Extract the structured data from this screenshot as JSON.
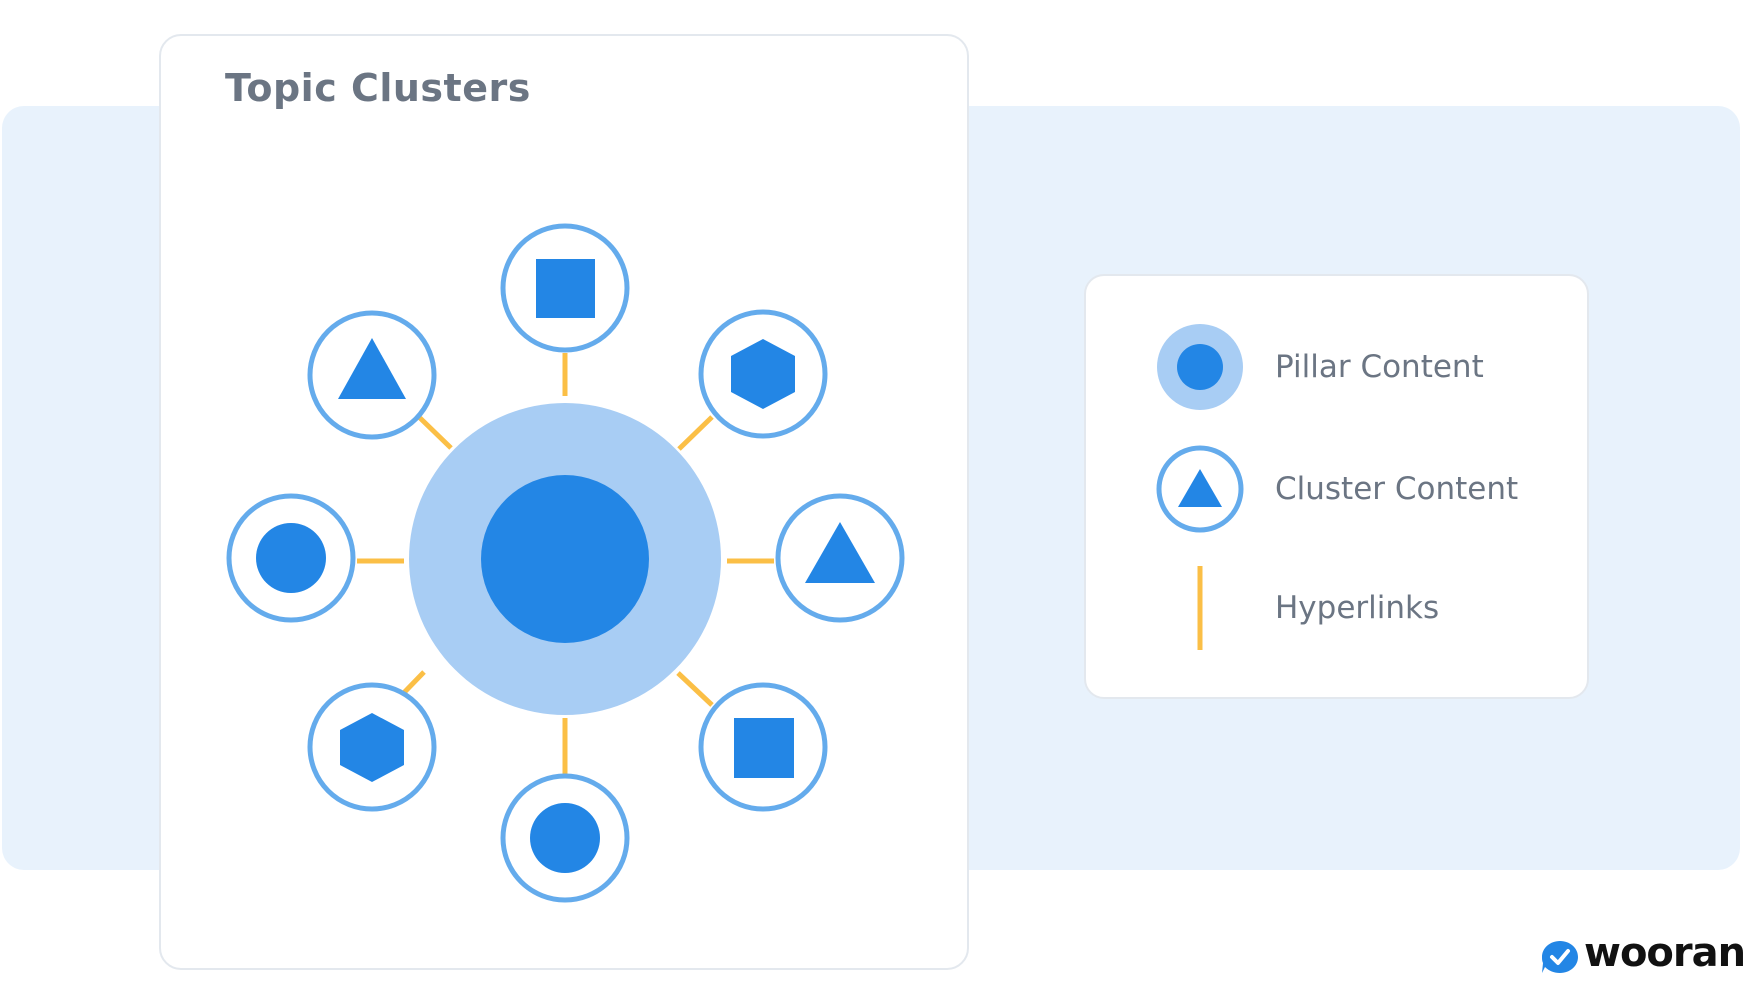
{
  "diagram": {
    "title": "Topic Clusters",
    "center_node": {
      "type": "pillar",
      "shape": "circle"
    },
    "satellite_nodes": [
      {
        "position": "top",
        "shape": "square"
      },
      {
        "position": "top-right",
        "shape": "hexagon"
      },
      {
        "position": "right",
        "shape": "triangle"
      },
      {
        "position": "bottom-right",
        "shape": "square"
      },
      {
        "position": "bottom",
        "shape": "circle"
      },
      {
        "position": "bottom-left",
        "shape": "hexagon"
      },
      {
        "position": "left",
        "shape": "circle"
      },
      {
        "position": "top-left",
        "shape": "triangle"
      }
    ],
    "link_type": "hyperlink"
  },
  "legend": {
    "items": [
      {
        "label": "Pillar Content",
        "icon": "pillar-icon"
      },
      {
        "label": "Cluster Content",
        "icon": "cluster-icon"
      },
      {
        "label": "Hyperlinks",
        "icon": "hyperlink-line-icon"
      }
    ]
  },
  "brand": {
    "name": "woorank",
    "icon": "woorank-check-icon"
  },
  "colors": {
    "background": "#e8f2fc",
    "card": "#ffffff",
    "pillar_outer": "#a8cdf4",
    "primary_blue": "#2386e5",
    "ring_blue": "#64abec",
    "link": "#fbbf46",
    "text": "#6b7583"
  }
}
